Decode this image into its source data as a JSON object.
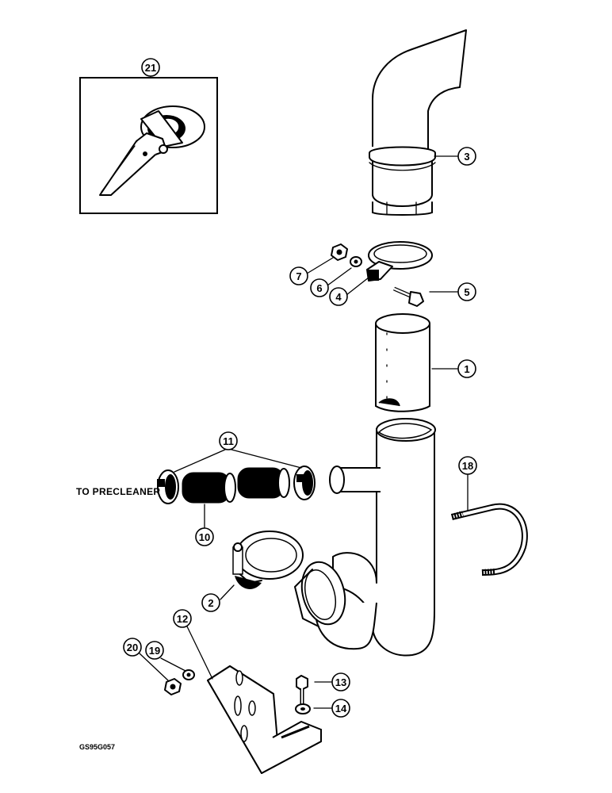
{
  "callouts": [
    {
      "id": "c1",
      "text": "1"
    },
    {
      "id": "c2",
      "text": "2"
    },
    {
      "id": "c3",
      "text": "3"
    },
    {
      "id": "c4",
      "text": "4"
    },
    {
      "id": "c5",
      "text": "5"
    },
    {
      "id": "c6",
      "text": "6"
    },
    {
      "id": "c7",
      "text": "7"
    },
    {
      "id": "c10",
      "text": "10"
    },
    {
      "id": "c11",
      "text": "11"
    },
    {
      "id": "c12",
      "text": "12"
    },
    {
      "id": "c13",
      "text": "13"
    },
    {
      "id": "c14",
      "text": "14"
    },
    {
      "id": "c18",
      "text": "18"
    },
    {
      "id": "c19",
      "text": "19"
    },
    {
      "id": "c20",
      "text": "20"
    },
    {
      "id": "c21",
      "text": "21"
    }
  ],
  "labels": {
    "to_precleaner": "TO PRECLEANER",
    "drawing_code": "GS95G057"
  }
}
